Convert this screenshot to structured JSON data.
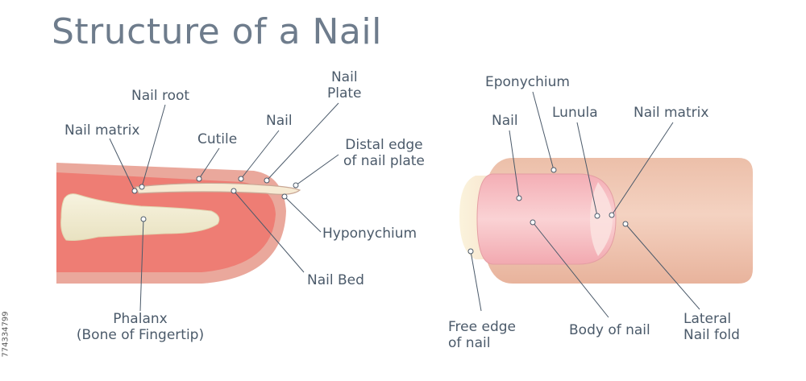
{
  "title": "Structure of a Nail",
  "stock_id": "774334799",
  "left_diagram": {
    "labels": {
      "nail_root": "Nail root",
      "nail_matrix": "Nail matrix",
      "cutile": "Cutile",
      "nail": "Nail",
      "nail_plate": [
        "Nail",
        "Plate"
      ],
      "distal_edge": [
        "Distal edge",
        "of nail plate"
      ],
      "hyponychium": "Hyponychium",
      "nail_bed": "Nail Bed",
      "phalanx": [
        "Phalanx",
        "(Bone of Fingertip)"
      ]
    }
  },
  "right_diagram": {
    "labels": {
      "eponychium": "Eponychium",
      "nail": "Nail",
      "lunula": "Lunula",
      "nail_matrix": "Nail matrix",
      "free_edge": [
        "Free edge",
        "of nail"
      ],
      "body_of_nail": "Body of nail",
      "lateral_nail_fold": [
        "Lateral",
        "Nail fold"
      ]
    }
  },
  "colors": {
    "title": "#6e7c8c",
    "label_text": "#4b5a6a",
    "leader_line": "#4b5a6a",
    "skin_outline": "#e9a79b",
    "skin_inner": "#ef7f76",
    "bone": "#f3efd6",
    "finger_skin": "#f1c9b4",
    "nail_pink": "#f7c2c6",
    "lunula": "#fbe3e2"
  }
}
